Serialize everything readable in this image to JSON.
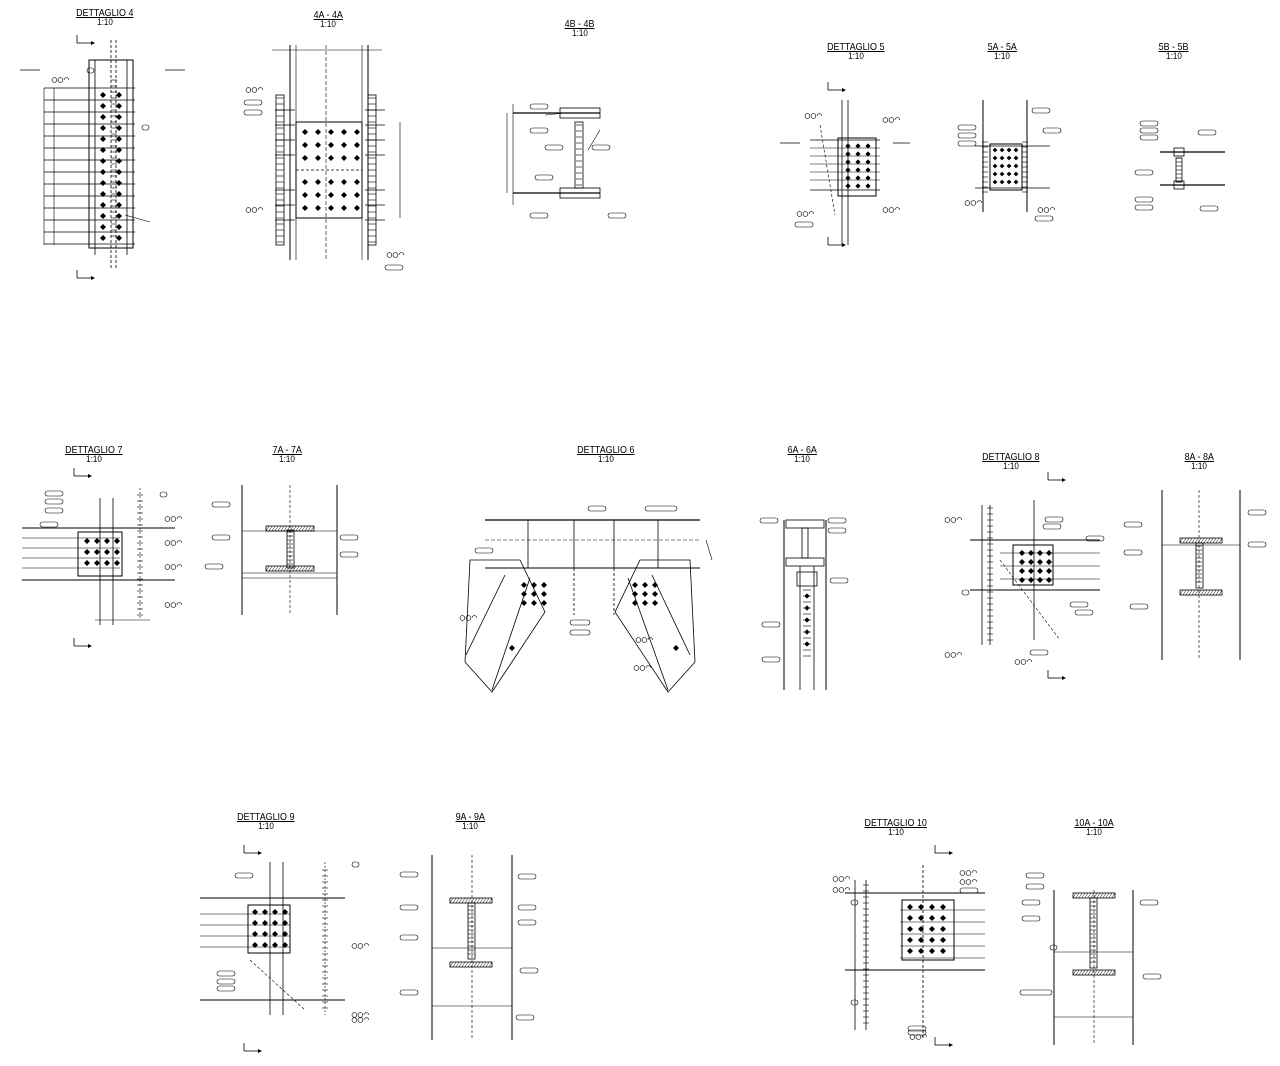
{
  "details": [
    {
      "id": "det4",
      "title": "DETTAGLIO  4",
      "scale": "1:10"
    },
    {
      "id": "s4a",
      "title": "4A - 4A",
      "scale": "1:10"
    },
    {
      "id": "s4b",
      "title": "4B - 4B",
      "scale": "1:10"
    },
    {
      "id": "det5",
      "title": "DETTAGLIO  5",
      "scale": "1:10"
    },
    {
      "id": "s5a",
      "title": "5A - 5A",
      "scale": "1:10"
    },
    {
      "id": "s5b",
      "title": "5B - 5B",
      "scale": "1:10"
    },
    {
      "id": "det7",
      "title": "DETTAGLIO  7",
      "scale": "1:10"
    },
    {
      "id": "s7a",
      "title": "7A - 7A",
      "scale": "1:10"
    },
    {
      "id": "det6",
      "title": "DETTAGLIO  6",
      "scale": "1:10"
    },
    {
      "id": "s6a",
      "title": "6A - 6A",
      "scale": "1:10"
    },
    {
      "id": "det8",
      "title": "DETTAGLIO  8",
      "scale": "1:10"
    },
    {
      "id": "s8a",
      "title": "8A - 8A",
      "scale": "1:10"
    },
    {
      "id": "det9",
      "title": "DETTAGLIO  9",
      "scale": "1:10"
    },
    {
      "id": "s9a",
      "title": "9A - 9A",
      "scale": "1:10"
    },
    {
      "id": "det10",
      "title": "DETTAGLIO  10",
      "scale": "1:10"
    },
    {
      "id": "s10a",
      "title": "10A - 10A",
      "scale": "1:10"
    }
  ],
  "colors": {
    "line": "#000000",
    "background": "#ffffff"
  }
}
